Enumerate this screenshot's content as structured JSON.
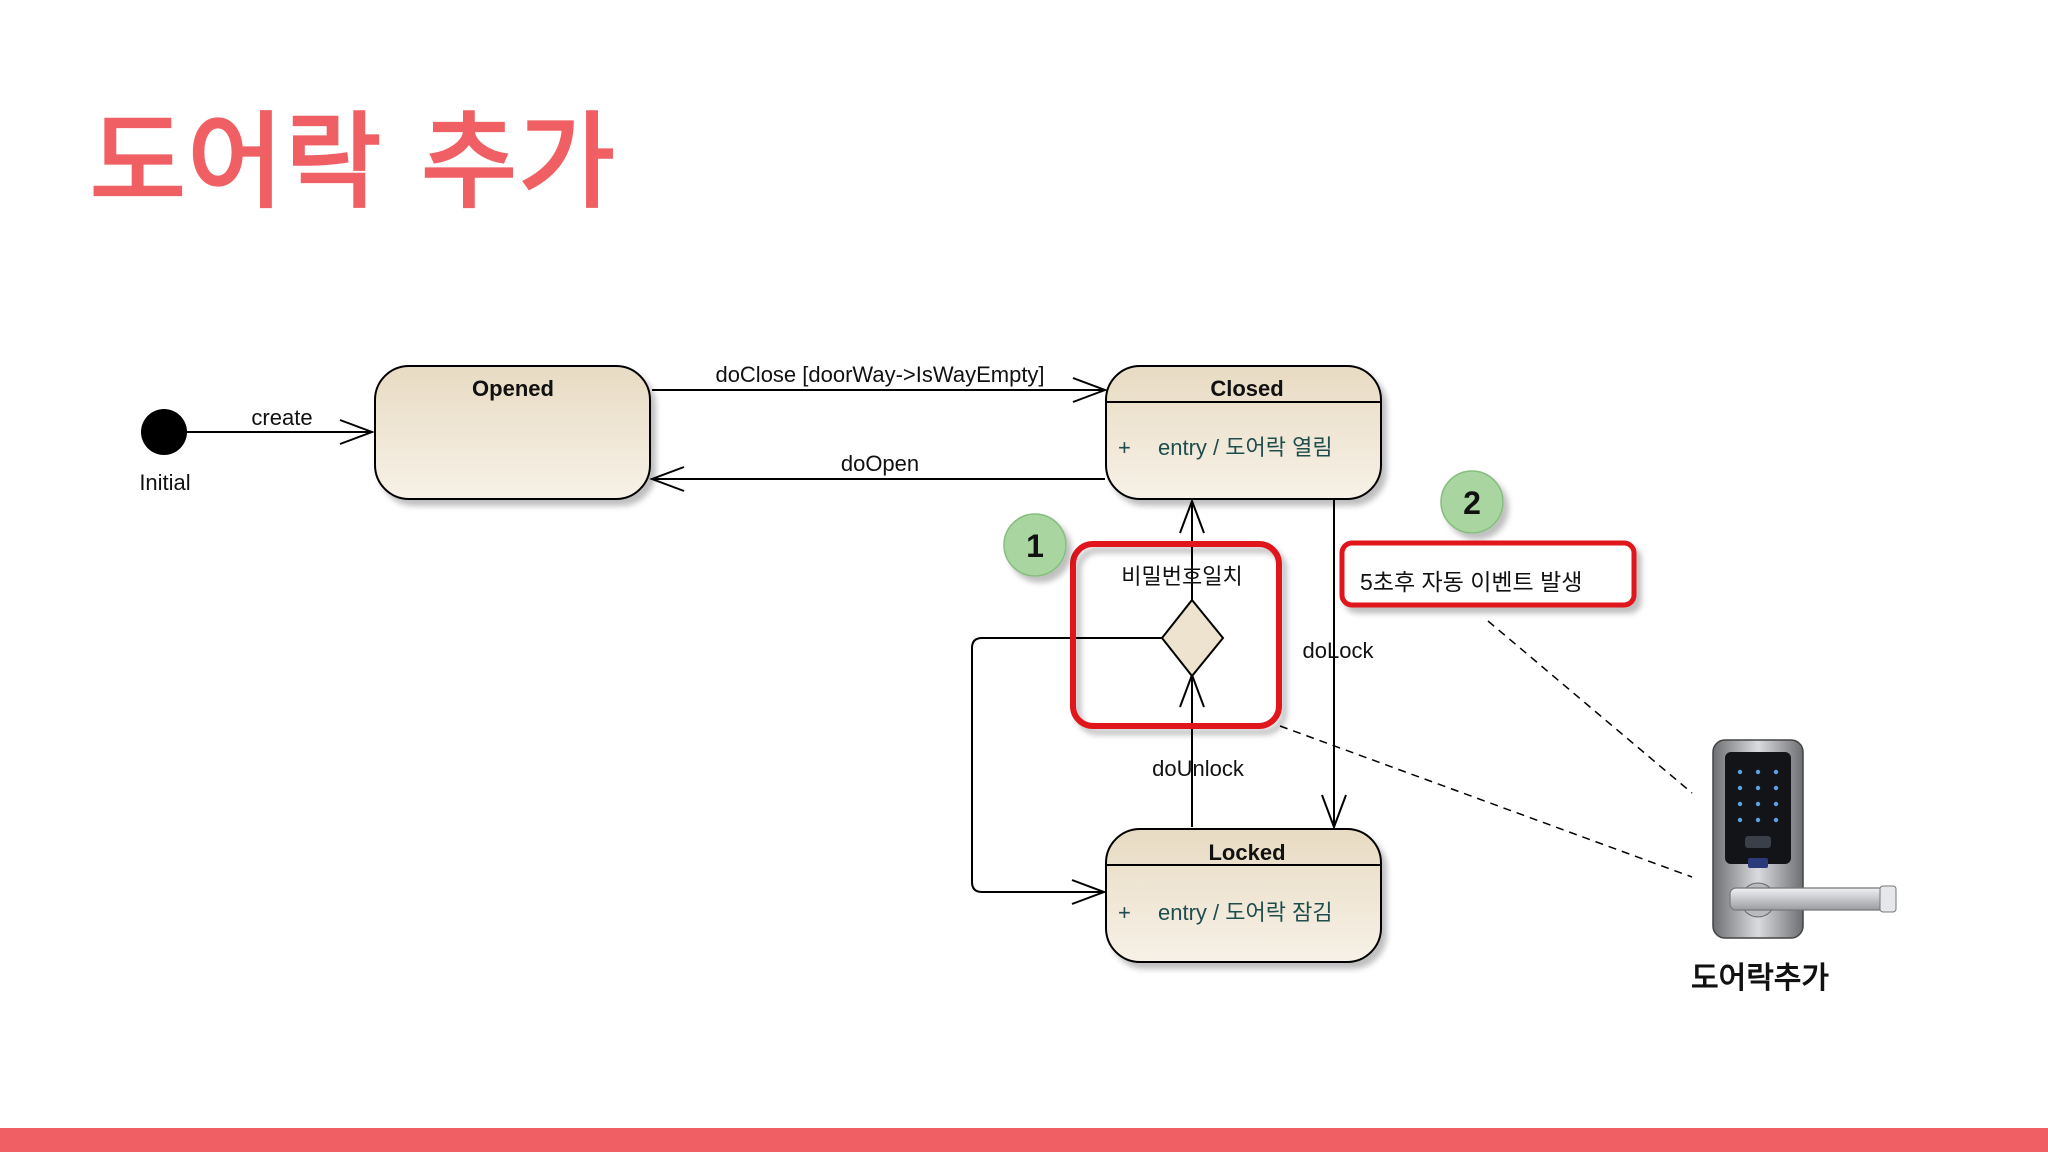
{
  "title": "도어락 추가",
  "diagram": {
    "initial_label": "Initial",
    "states": {
      "opened": {
        "name": "Opened"
      },
      "closed": {
        "name": "Closed",
        "entry_marker": "+",
        "entry": "entry / 도어락 열림"
      },
      "locked": {
        "name": "Locked",
        "entry_marker": "+",
        "entry": "entry / 도어락 잠김"
      }
    },
    "transitions": {
      "create": "create",
      "do_close": "doClose [doorWay->IsWayEmpty]",
      "do_open": "doOpen",
      "do_lock": "doLock",
      "do_unlock": "doUnlock"
    },
    "decision_label": "비밀번호일치",
    "badges": {
      "one": "1",
      "two": "2"
    },
    "note": "5초후 자동 이벤트 발생",
    "doorlock_caption": "도어락추가"
  },
  "colors": {
    "accent": "#ef5f63",
    "state_fill": "#eee3cf",
    "highlight_red": "#e0161e",
    "badge_green": "#a8d5a0"
  }
}
